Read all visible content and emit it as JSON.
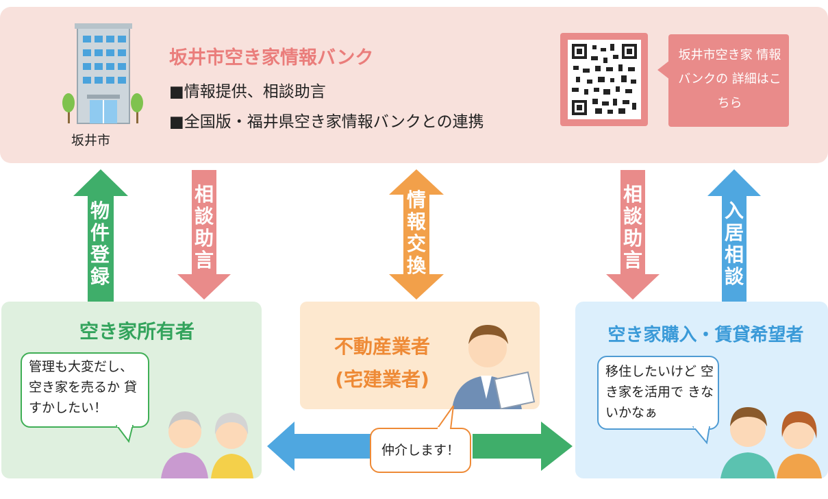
{
  "bank": {
    "title": "坂井市空き家情報バンク",
    "bullet1": "■情報提供、相談助言",
    "bullet2": "■全国版・福井県空き家情報バンクとの連携",
    "city_label": "坂井市",
    "qr_note": "坂井市空き家 情報バンクの 詳細はこちら"
  },
  "arrows": {
    "property_registration": "物件登録",
    "consult_advice_left": "相談助言",
    "info_exchange": "情報交換",
    "consult_advice_right": "相談助言",
    "move_in_consult": "入居相談"
  },
  "owner": {
    "title": "空き家所有者",
    "speech": "管理も大変だし、 空き家を売るか 貸すかしたい！"
  },
  "agent": {
    "title_line1": "不動産業者",
    "title_line2": "(宅建業者)",
    "speech": "仲介します！"
  },
  "buyer": {
    "title": "空き家購入・賃貸希望者",
    "speech": "移住したいけど 空き家を活用で きないかなぁ"
  },
  "colors": {
    "pink": "#e98b8a",
    "green": "#3fae6a",
    "orange": "#ee8a36",
    "blue": "#4fa7e0"
  }
}
